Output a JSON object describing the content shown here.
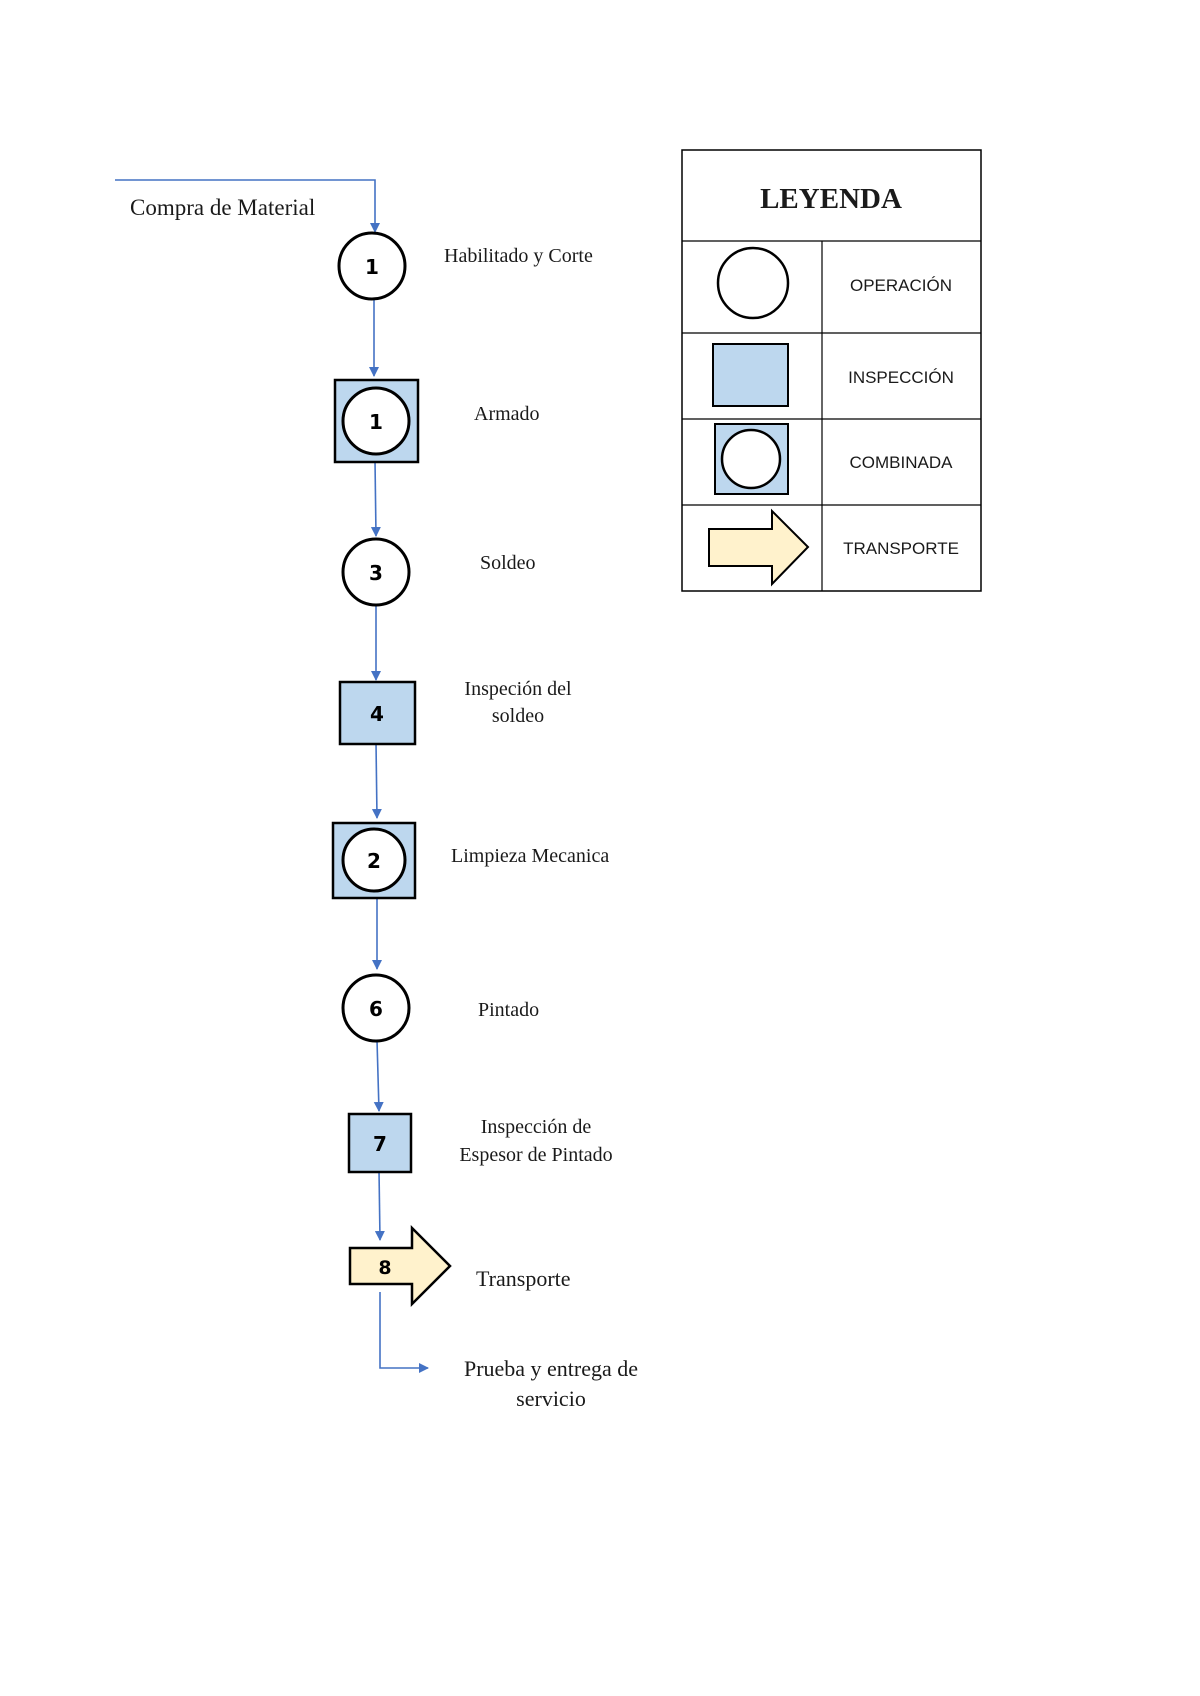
{
  "flow": {
    "start_label": "Compra de Material",
    "steps": [
      {
        "number": "1",
        "label": "Habilitado y Corte",
        "type": "operation"
      },
      {
        "number": "1",
        "label": "Armado",
        "type": "combined"
      },
      {
        "number": "3",
        "label": "Soldeo",
        "type": "operation"
      },
      {
        "number": "4",
        "label_line1": "Inspeción del",
        "label_line2": "soldeo",
        "type": "inspection"
      },
      {
        "number": "2",
        "label": "Limpieza Mecanica",
        "type": "combined"
      },
      {
        "number": "6",
        "label": "Pintado",
        "type": "operation"
      },
      {
        "number": "7",
        "label_line1": "Inspección de",
        "label_line2": "Espesor de Pintado",
        "type": "inspection"
      },
      {
        "number": "8",
        "label": "Transporte",
        "type": "transport"
      }
    ],
    "end_label_line1": "Prueba y entrega de",
    "end_label_line2": "servicio"
  },
  "legend": {
    "title": "LEYENDA",
    "items": [
      {
        "label": "OPERACIÓN",
        "icon": "circle-symbol"
      },
      {
        "label": "INSPECCIÓN",
        "icon": "square-symbol"
      },
      {
        "label": "COMBINADA",
        "icon": "square-with-circle-symbol"
      },
      {
        "label": "TRANSPORTE",
        "icon": "arrow-symbol"
      }
    ]
  },
  "colors": {
    "connector": "#4472C4",
    "inspection_fill": "#BDD7EE",
    "transport_fill": "#FFF2CC",
    "stroke": "#000000"
  }
}
